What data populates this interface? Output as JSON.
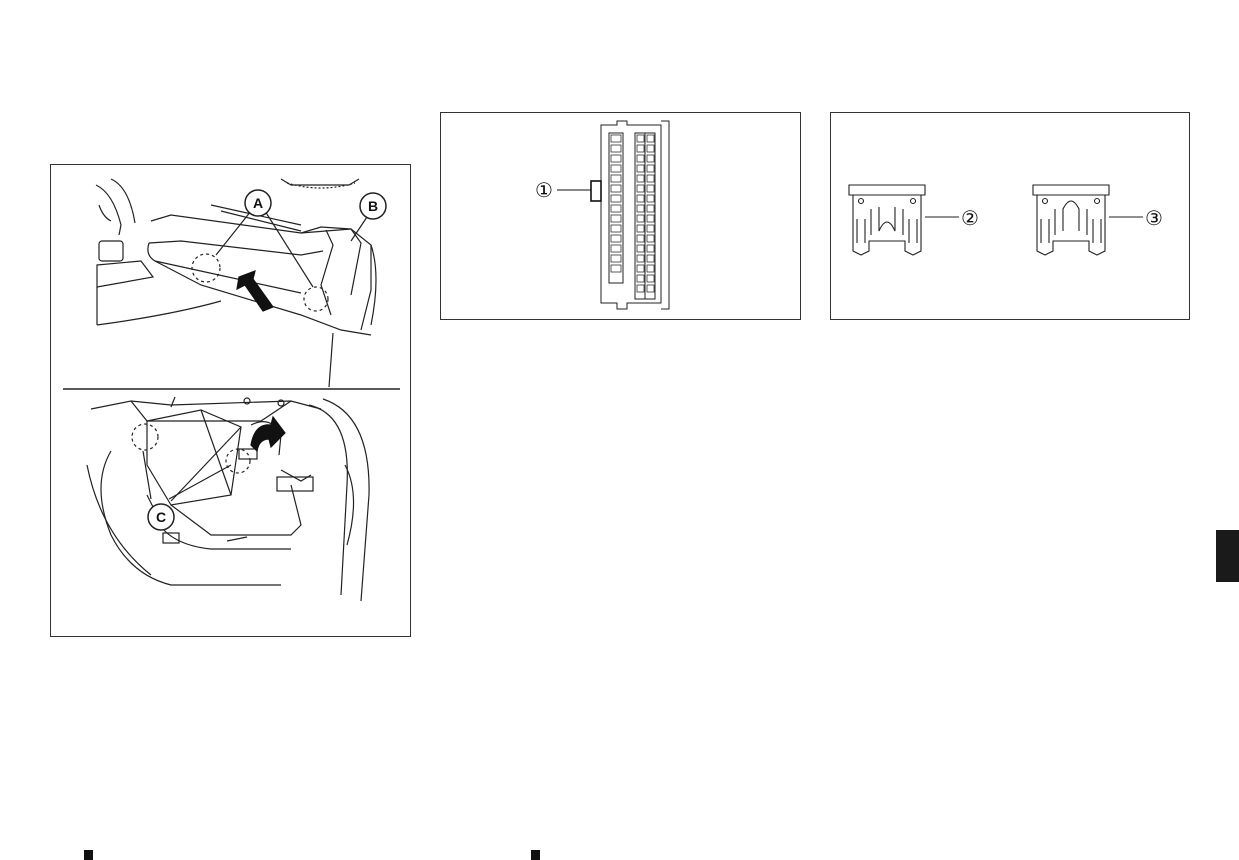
{
  "glovebox_figure": {
    "callouts": {
      "a": "A",
      "b": "B",
      "c": "C"
    }
  },
  "fuse_block_figure": {
    "callouts": {
      "one": "①"
    }
  },
  "fuse_types_figure": {
    "callouts": {
      "two": "②",
      "three": "③"
    }
  }
}
